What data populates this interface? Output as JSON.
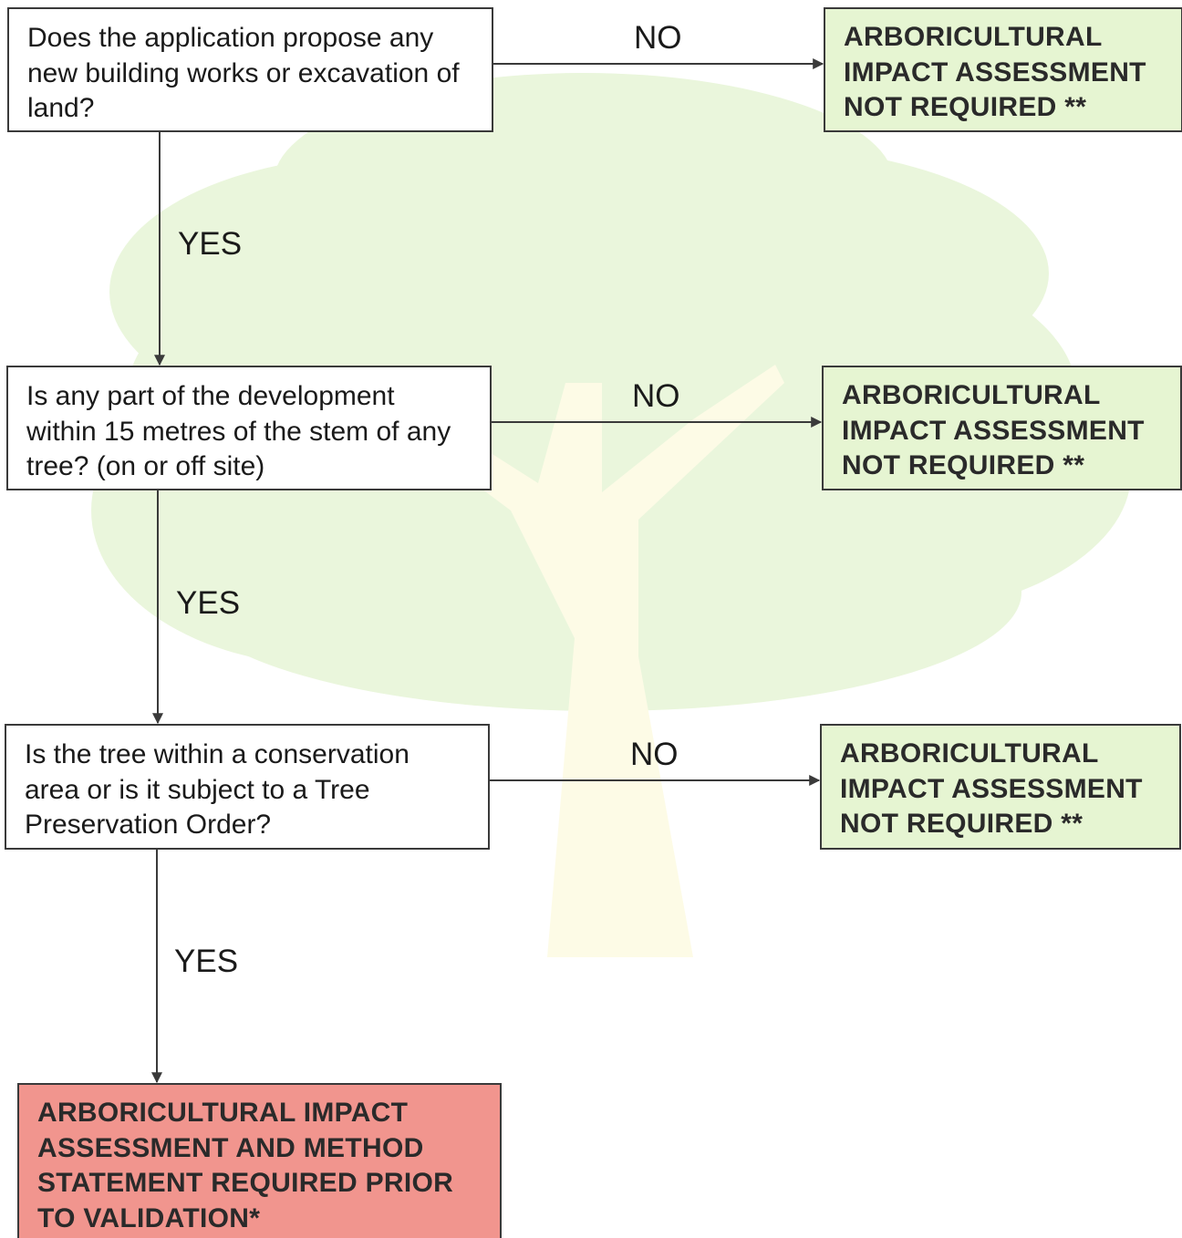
{
  "questions": [
    {
      "text": "Does the application propose any new building works or excavation of land?"
    },
    {
      "text": "Is any part of the development within 15 metres of the stem of any tree? (on or off site)"
    },
    {
      "text": "Is the tree within a conservation area or is it subject to a Tree Preservation Order?"
    }
  ],
  "outcomes": [
    {
      "text": "ARBORICULTURAL IMPACT ASSESSMENT NOT REQUIRED **"
    },
    {
      "text": "ARBORICULTURAL IMPACT ASSESSMENT NOT REQUIRED **"
    },
    {
      "text": "ARBORICULTURAL IMPACT ASSESSMENT NOT REQUIRED **"
    }
  ],
  "final_outcome": {
    "text": "ARBORICULTURAL IMPACT ASSESSMENT AND METHOD STATEMENT REQUIRED PRIOR TO VALIDATION*"
  },
  "labels": {
    "no": "NO",
    "yes": "YES"
  },
  "colors": {
    "question_fill": "#ffffff",
    "outcome_fill": "#e6f5d2",
    "final_fill": "#f1958e",
    "tree_canopy": "#e8f6d8",
    "tree_trunk": "#fdfbe6"
  }
}
